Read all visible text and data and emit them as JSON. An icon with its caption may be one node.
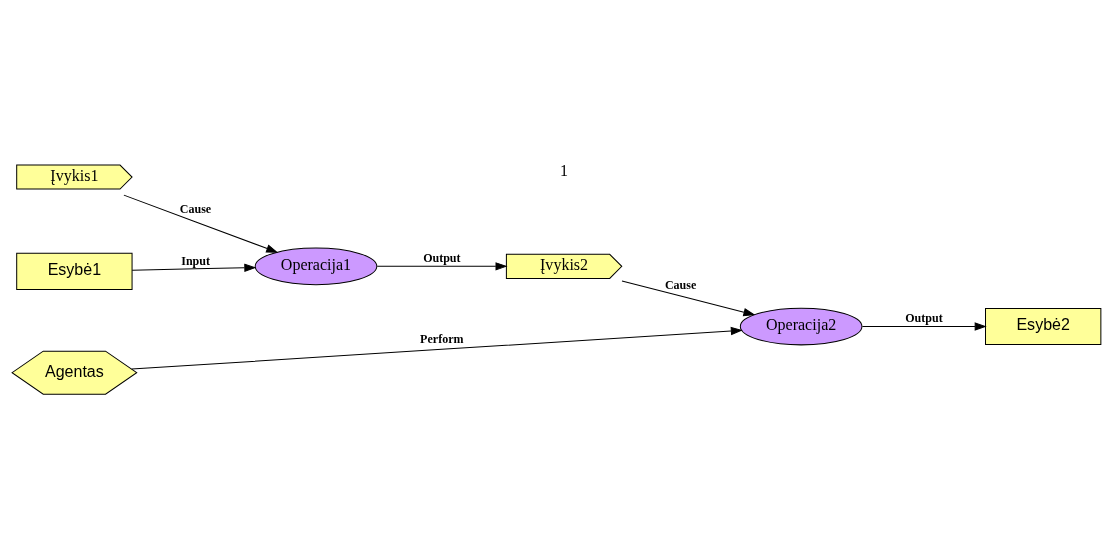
{
  "diagram": {
    "nodes": [
      {
        "text": [
          "Esybė1"
        ]
      },
      {
        "text": [
          "Operacija1"
        ]
      },
      {
        "text": [
          "Įvykis1"
        ]
      },
      {
        "text": [
          "Įvykis2"
        ]
      },
      {
        "text": [
          "Agentas"
        ]
      },
      {
        "text": [
          "Operacija2"
        ]
      },
      {
        "text": [
          "Esybė2"
        ]
      }
    ],
    "edges": [
      {
        "from": 0,
        "to": 1,
        "arrow": "to",
        "label": "Input"
      },
      {
        "from": 2,
        "to": 1,
        "arrow": "to",
        "label": "Cause"
      },
      {
        "from": 1,
        "to": 3,
        "arrow": "to",
        "label": "Output"
      },
      {
        "from": 3,
        "to": 5,
        "arrow": "to",
        "label": "Cause"
      },
      {
        "from": 4,
        "to": 5,
        "arrow": "to",
        "label": "Perform"
      },
      {
        "from": 5,
        "to": 6,
        "arrow": "to",
        "label": "Output"
      }
    ],
    "labels": [
      "1"
    ]
  }
}
